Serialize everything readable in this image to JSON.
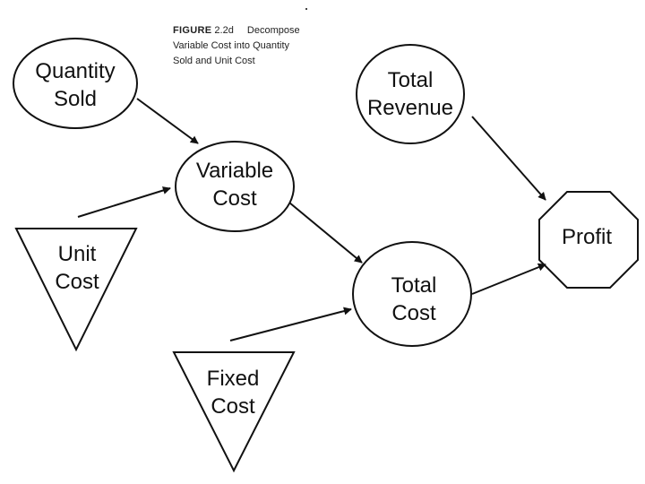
{
  "figure": {
    "label": "FIGURE",
    "number": "2.2d",
    "caption_lines": [
      "Decompose",
      "Variable Cost into Quantity",
      "Sold and Unit Cost"
    ]
  },
  "nodes": {
    "quantity_sold": {
      "shape": "ellipse",
      "lines": [
        "Quantity",
        "Sold"
      ]
    },
    "total_revenue": {
      "shape": "ellipse",
      "lines": [
        "Total",
        "Revenue"
      ]
    },
    "variable_cost": {
      "shape": "ellipse",
      "lines": [
        "Variable",
        "Cost"
      ]
    },
    "unit_cost": {
      "shape": "inverted-triangle",
      "lines": [
        "Unit",
        "Cost"
      ]
    },
    "total_cost": {
      "shape": "ellipse",
      "lines": [
        "Total",
        "Cost"
      ]
    },
    "fixed_cost": {
      "shape": "inverted-triangle",
      "lines": [
        "Fixed",
        "Cost"
      ]
    },
    "profit": {
      "shape": "octagon",
      "lines": [
        "Profit"
      ]
    }
  },
  "edges": [
    {
      "from": "Quantity Sold",
      "to": "Variable Cost"
    },
    {
      "from": "Unit Cost",
      "to": "Variable Cost"
    },
    {
      "from": "Variable Cost",
      "to": "Total Cost"
    },
    {
      "from": "Fixed Cost",
      "to": "Total Cost"
    },
    {
      "from": "Total Revenue",
      "to": "Profit"
    },
    {
      "from": "Total Cost",
      "to": "Profit"
    }
  ],
  "colors": {
    "stroke": "#111111",
    "background": "#ffffff"
  }
}
